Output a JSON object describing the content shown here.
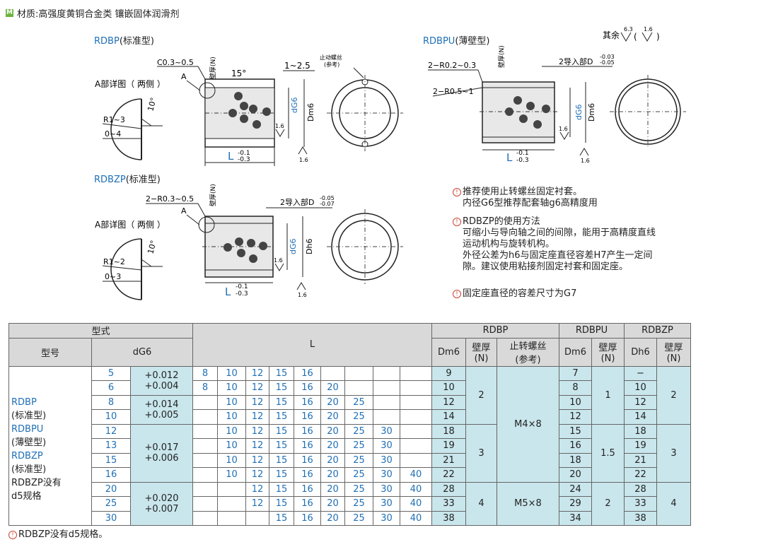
{
  "header": {
    "material": "材质:高强度黄铜合金类 镶嵌固体润滑剂",
    "logo": "M"
  },
  "drawings": {
    "rdbp": {
      "code": "RDBP",
      "type": "(标准型)",
      "chamfer": "C0.3~0.5",
      "angle": "15°",
      "length": "1~2.5",
      "wall": "壁厚(N)",
      "d": "dG6",
      "D": "Dm6",
      "L": "L",
      "tol_up": "-0.1",
      "tol_low": "-0.3",
      "rough": "1.6",
      "screw": "止动螺丝",
      "screw_ref": "(参考)",
      "detail": "A部详图（ 两侧 ）",
      "r": "R1~3",
      "r2": "0~4",
      "deg": "10°",
      "a": "A"
    },
    "rdbpu": {
      "code": "RDBPU",
      "type": "(薄壁型)",
      "r1": "2−R0.2~0.3",
      "r2": "2−R0.5~1",
      "guide": "2导入部D",
      "guide_up": "-0.03",
      "guide_low": "-0.05",
      "wall": "壁厚(N)",
      "d": "dG6",
      "D": "Dm6",
      "L": "L",
      "tol_up": "-0.1",
      "tol_low": "-0.3",
      "rough": "1.6",
      "rest": "其余",
      "rest1": "6.3",
      "rest2": "1.6"
    },
    "rdbzp": {
      "code": "RDBZP",
      "type": "(标准型)",
      "r": "2−R0.3~0.5",
      "guide": "2导入部D",
      "guide_up": "-0.05",
      "guide_low": "-0.07",
      "wall": "壁厚(N)",
      "d": "dG6",
      "D": "Dh6",
      "L": "L",
      "tol_up": "-0.1",
      "tol_low": "-0.3",
      "rough": "1.6",
      "detail": "A部详图（ 两侧 ）",
      "rr": "R1~2",
      "rr2": "0~3",
      "deg": "10°",
      "a": "A"
    }
  },
  "notes": {
    "n1a": "推荐使用止转螺丝固定衬套。",
    "n1b": "内径G6型推荐配套轴g6高精度用",
    "n2": "RDBZP的使用方法",
    "n2a": "可缩小与导向轴之间的间隙，能用于高精度直线",
    "n2b": "运动机构与旋转机构。",
    "n2c": "外径公差为h6与固定座直径容差H7产生一定间",
    "n2d": "隙。建议使用粘接剂固定衬套和固定座。",
    "n3": "固定座直径的容差尺寸为G7"
  },
  "table": {
    "h_type": "型式",
    "h_model": "型号",
    "h_d": "dG6",
    "h_L": "L",
    "h_rdbp": "RDBP",
    "h_rdbpu": "RDBPU",
    "h_rdbzp": "RDBZP",
    "h_dm6": "Dm6",
    "h_wall": "壁厚",
    "h_n": "(N)",
    "h_screw": "止转螺丝",
    "h_ref": "(参考)",
    "h_dh6": "Dh6",
    "models": [
      "RDBP",
      "(标准型)",
      "RDBPU",
      "(薄壁型)",
      "RDBZP",
      "(标准型)",
      "RDBZP没有",
      "d5规格"
    ],
    "tol": [
      [
        "+0.012",
        "+0.004"
      ],
      [
        "+0.014",
        "+0.005"
      ],
      [
        "+0.017",
        "+0.006"
      ],
      [
        "+0.020",
        "+0.007"
      ]
    ],
    "rows": [
      {
        "d": "5",
        "L": [
          "8",
          "10",
          "12",
          "15",
          "16",
          "",
          "",
          "",
          ""
        ],
        "dm": "9",
        "pu": "7",
        "zp": "−"
      },
      {
        "d": "6",
        "L": [
          "8",
          "10",
          "12",
          "15",
          "16",
          "20",
          "",
          "",
          ""
        ],
        "dm": "10",
        "pu": "8",
        "zp": "10"
      },
      {
        "d": "8",
        "L": [
          "",
          "10",
          "12",
          "15",
          "16",
          "20",
          "25",
          "",
          ""
        ],
        "dm": "12",
        "pu": "10",
        "zp": "12"
      },
      {
        "d": "10",
        "L": [
          "",
          "10",
          "12",
          "15",
          "16",
          "20",
          "25",
          "",
          ""
        ],
        "dm": "14",
        "pu": "12",
        "zp": "14"
      },
      {
        "d": "12",
        "L": [
          "",
          "10",
          "12",
          "15",
          "16",
          "20",
          "25",
          "30",
          ""
        ],
        "dm": "18",
        "pu": "15",
        "zp": "18"
      },
      {
        "d": "13",
        "L": [
          "",
          "10",
          "12",
          "15",
          "16",
          "20",
          "25",
          "30",
          ""
        ],
        "dm": "19",
        "pu": "16",
        "zp": "19"
      },
      {
        "d": "15",
        "L": [
          "",
          "10",
          "12",
          "15",
          "16",
          "20",
          "25",
          "30",
          ""
        ],
        "dm": "21",
        "pu": "18",
        "zp": "21"
      },
      {
        "d": "16",
        "L": [
          "",
          "10",
          "12",
          "15",
          "16",
          "20",
          "25",
          "30",
          "40"
        ],
        "dm": "22",
        "pu": "20",
        "zp": "22"
      },
      {
        "d": "20",
        "L": [
          "",
          "",
          "12",
          "15",
          "16",
          "20",
          "25",
          "30",
          "40"
        ],
        "dm": "28",
        "pu": "24",
        "zp": "28"
      },
      {
        "d": "25",
        "L": [
          "",
          "",
          "12",
          "15",
          "16",
          "20",
          "25",
          "30",
          "40"
        ],
        "dm": "33",
        "pu": "29",
        "zp": "33"
      },
      {
        "d": "30",
        "L": [
          "",
          "",
          "",
          "15",
          "16",
          "20",
          "25",
          "30",
          "40"
        ],
        "dm": "38",
        "pu": "34",
        "zp": "38"
      }
    ],
    "wall_dm": [
      "2",
      "3",
      "4"
    ],
    "screw": [
      "M4×8",
      "M5×8"
    ],
    "wall_pu": [
      "1",
      "1.5",
      "2"
    ],
    "wall_zp": [
      "2",
      "3",
      "4"
    ]
  },
  "footer": "RDBZP没有d5规格。"
}
